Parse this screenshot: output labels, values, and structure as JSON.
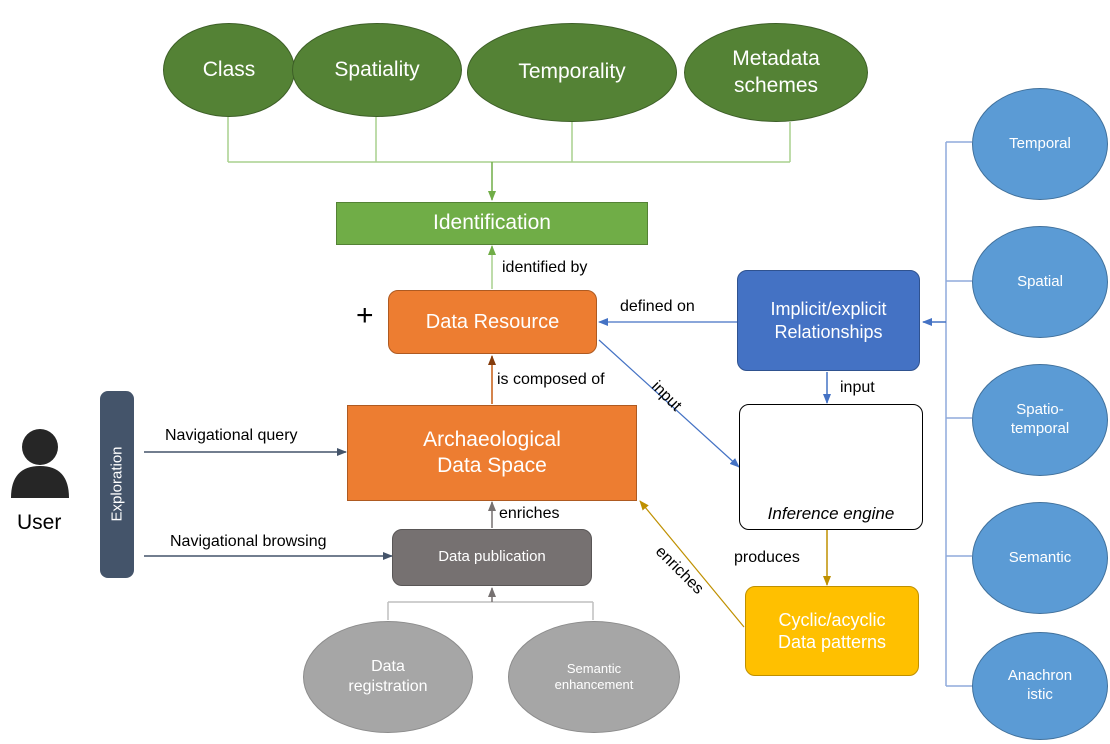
{
  "top_attributes": [
    "Class",
    "Spatiality",
    "Temporality",
    "Metadata\nschemes"
  ],
  "identification": "Identification",
  "identified_by": "identified by",
  "plus_sign": "+",
  "data_resource": "Data Resource",
  "defined_on": "defined on",
  "relationships": "Implicit/explicit\nRelationships",
  "input_label_1": "input",
  "input_label_2": "input",
  "is_composed_of": "is composed of",
  "archaeological_data_space": "Archaeological\nData Space",
  "inference_engine": "Inference engine",
  "user": "User",
  "exploration": "Exploration",
  "navigational_query": "Navigational query",
  "navigational_browsing": "Navigational browsing",
  "enriches_1": "enriches",
  "enriches_2": "enriches",
  "data_publication": "Data publication",
  "produces": "produces",
  "data_patterns": "Cyclic/acyclic\nData patterns",
  "data_registration": "Data\nregistration",
  "semantic_enhancement": "Semantic\nenhancement",
  "relationship_types": [
    "Temporal",
    "Spatial",
    "Spatio-\ntemporal",
    "Semantic",
    "Anachron\nistic"
  ],
  "colors": {
    "green": "#548235",
    "identification": "#70ad47",
    "orange": "#ed7d31",
    "blue_box": "#4472c4",
    "blue_ellipse": "#5b9bd5",
    "grey_box": "#767171",
    "grey_ellipse": "#a6a6a6",
    "yellow": "#ffc000",
    "exploration_bar": "#44546a"
  }
}
